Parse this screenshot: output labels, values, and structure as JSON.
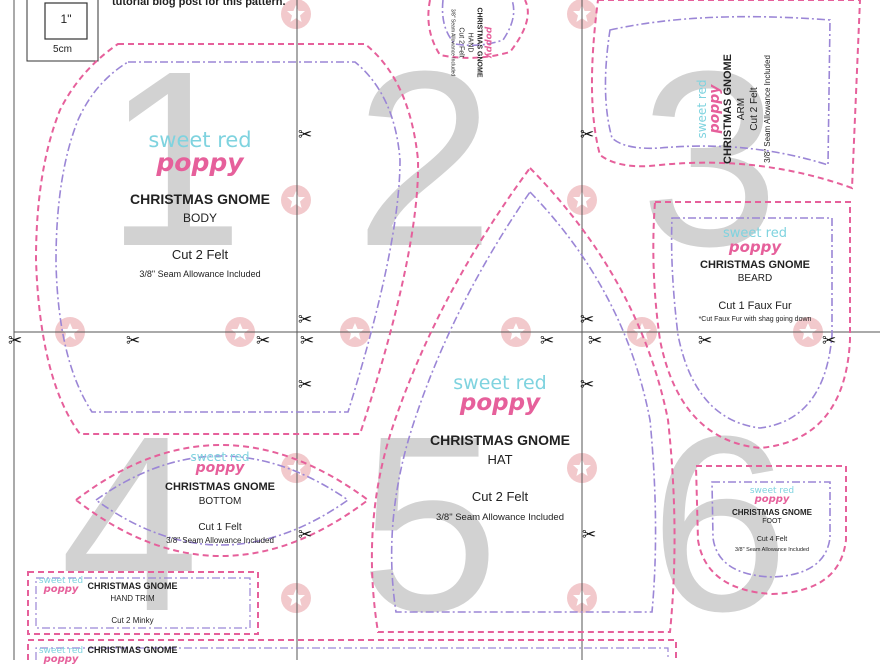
{
  "header_note": "tutorial blog post for this pattern.",
  "scale_box": {
    "inner_label": "1\"",
    "outer_label": "5cm"
  },
  "brand": {
    "line1": "sweet red",
    "line2": "poppy"
  },
  "page_numbers": [
    "1",
    "2",
    "3",
    "4",
    "5",
    "6"
  ],
  "pieces": {
    "body": {
      "title": "CHRISTMAS GNOME",
      "name": "BODY",
      "cut": "Cut 2 Felt",
      "seam": "3/8\" Seam Allowance Included"
    },
    "hand": {
      "title": "CHRISTMAS GNOME",
      "name": "HAND",
      "cut": "Cut 2 Felt",
      "seam": "3/8\" Seam Allowance Included"
    },
    "arm": {
      "title": "CHRISTMAS GNOME",
      "name": "ARM",
      "cut": "Cut 2 Felt",
      "seam": "3/8\" Seam Allowance Included"
    },
    "beard": {
      "title": "CHRISTMAS GNOME",
      "name": "BEARD",
      "cut": "Cut 1 Faux Fur",
      "note": "*Cut Faux Fur with shag going down"
    },
    "bottom": {
      "title": "CHRISTMAS GNOME",
      "name": "BOTTOM",
      "cut": "Cut 1 Felt",
      "seam": "3/8\" Seam Allowance Included"
    },
    "hat": {
      "title": "CHRISTMAS GNOME",
      "name": "HAT",
      "cut": "Cut 2 Felt",
      "seam": "3/8\" Seam Allowance Included"
    },
    "foot": {
      "title": "CHRISTMAS GNOME",
      "name": "FOOT",
      "cut": "Cut 4 Felt",
      "seam": "3/8\" Seam Allowance Included"
    },
    "hand_trim": {
      "title": "CHRISTMAS GNOME",
      "name": "HAND TRIM",
      "cut": "Cut 2 Minky"
    },
    "extra": {
      "title": "CHRISTMAS GNOME"
    }
  },
  "colors": {
    "cut_line": "#e6609b",
    "sew_line": "#9b86d6",
    "grid": "#555555",
    "watermark": "#cfcfcf",
    "star": "#f2c9cc"
  }
}
